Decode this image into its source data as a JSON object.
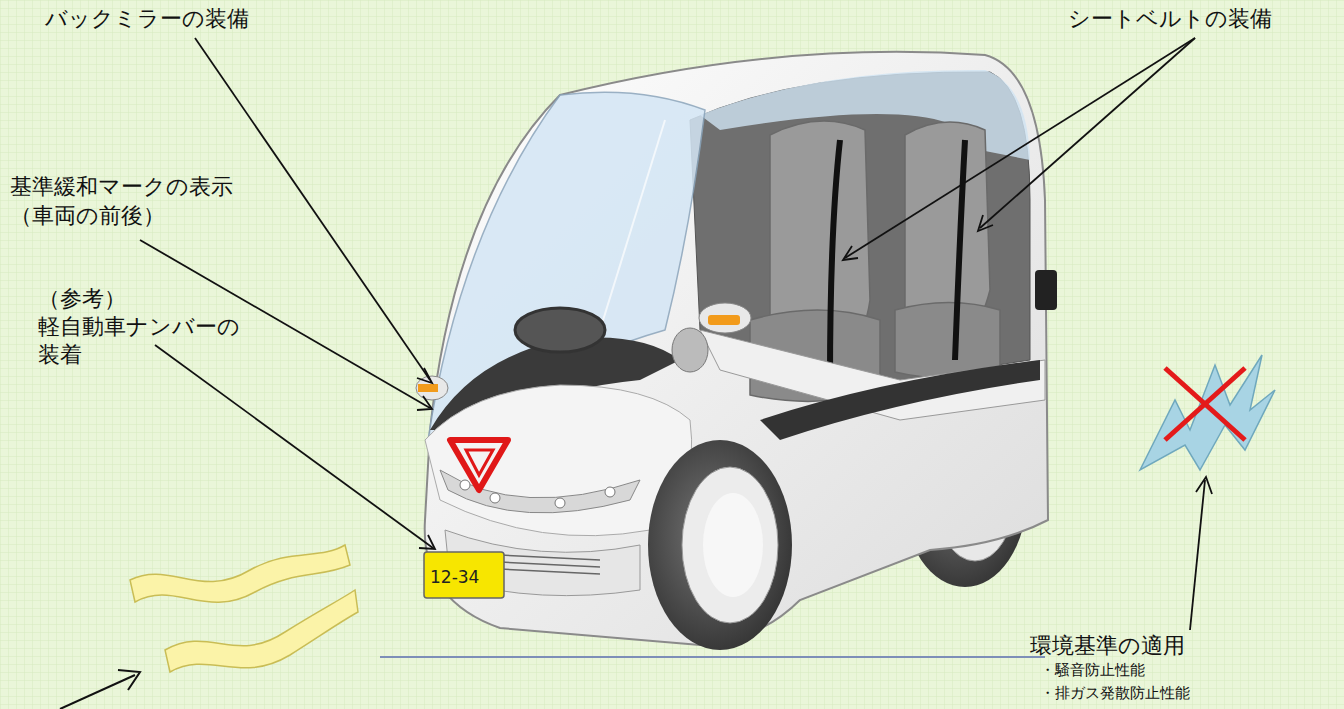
{
  "diagram": {
    "labels": [
      "バックミラーの装備",
      "シートベルトの装備",
      "基準緩和マークの表示",
      "（車両の前後）",
      "（参考）",
      "軽自動車ナンバーの",
      "装着",
      "12-34",
      "環境基準の適用",
      "・騒音防止性能",
      "・排ガス発散防止性能"
    ]
  }
}
